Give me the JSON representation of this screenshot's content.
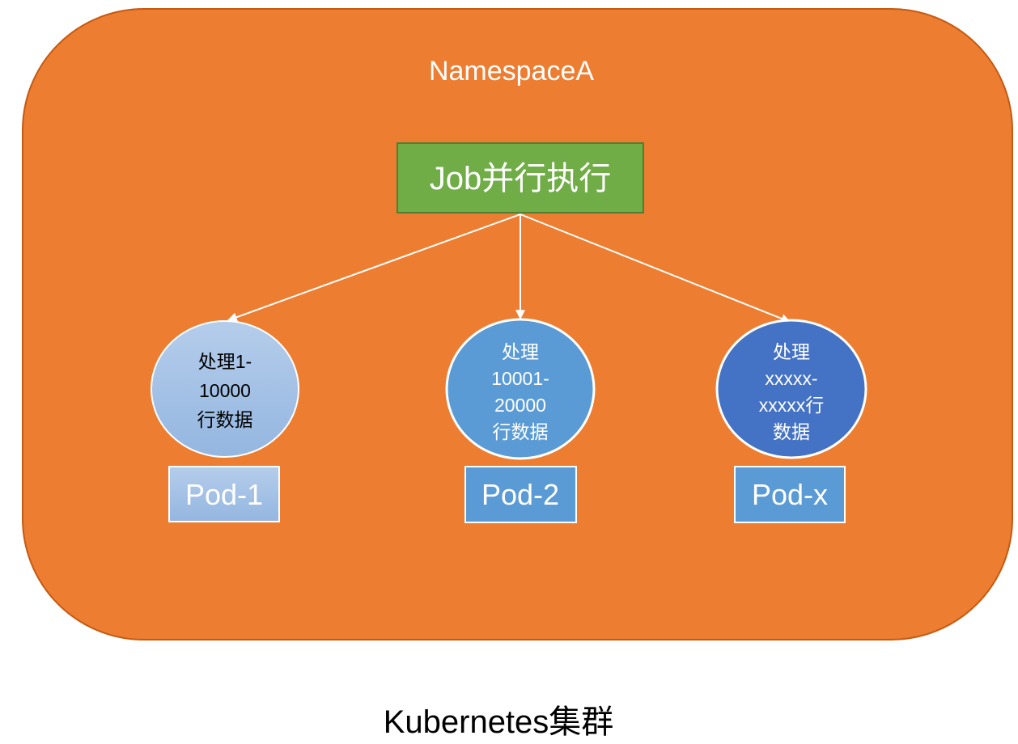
{
  "diagram": {
    "namespace_label": "NamespaceA",
    "job_label": "Job并行执行",
    "pods": [
      {
        "name": "Pod-1",
        "task_lines": [
          "处理1-",
          "10000",
          "行数据"
        ]
      },
      {
        "name": "Pod-2",
        "task_lines": [
          "处理",
          "10001-",
          "20000",
          "行数据"
        ]
      },
      {
        "name": "Pod-x",
        "task_lines": [
          "处理",
          "xxxxx-",
          "xxxxx行",
          "数据"
        ]
      }
    ],
    "cluster_label": "Kubernetes集群"
  },
  "colors": {
    "namespace_fill": "#ED7D31",
    "namespace_border": "#C55A11",
    "job_fill": "#70AD47",
    "job_border": "#507E32",
    "pod1_gradient_top": "#B5CDEB",
    "pod1_gradient_bottom": "#94B6E0",
    "pod2_fill": "#5B9BD5",
    "pod3_circle_fill": "#4472C4",
    "podx_box_fill": "#5B9BD5",
    "arrow": "#FFFFFF"
  }
}
